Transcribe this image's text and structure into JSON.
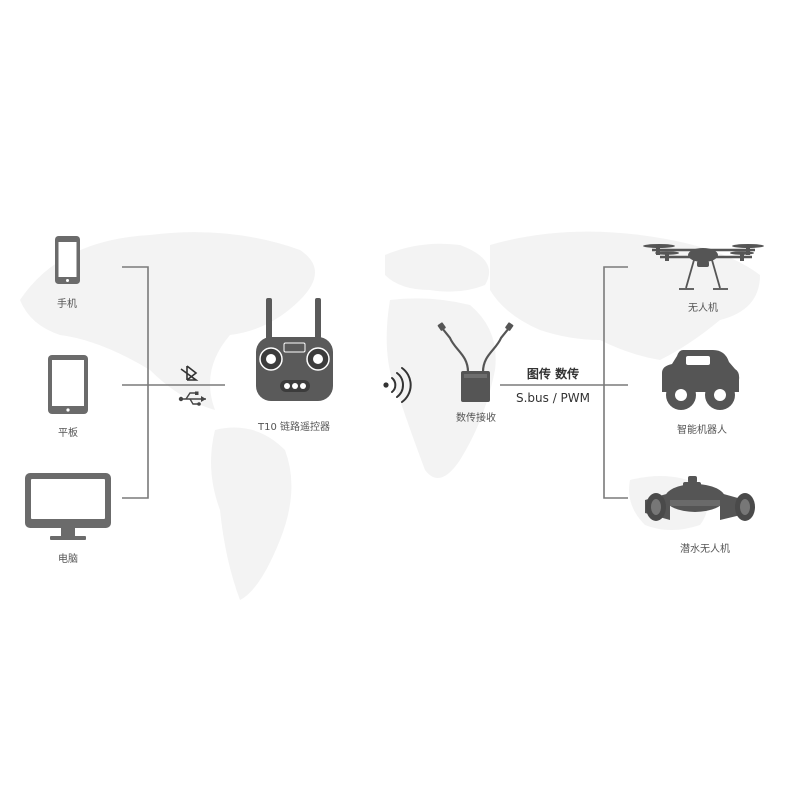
{
  "left_devices": [
    {
      "label": "手机",
      "icon": "smartphone-icon"
    },
    {
      "label": "平板",
      "icon": "tablet-icon"
    },
    {
      "label": "电脑",
      "icon": "monitor-icon"
    }
  ],
  "connection_icons": [
    "bluetooth-icon",
    "usb-icon"
  ],
  "controller": {
    "label": "T10 链路遥控器",
    "icon": "remote-controller-icon"
  },
  "wireless_icon": "wireless-signal-icon",
  "receiver": {
    "label": "数传接收",
    "icon": "receiver-icon"
  },
  "link": {
    "top_label": "图传  数传",
    "bottom_label": "S.bus  / PWM"
  },
  "right_devices": [
    {
      "label": "无人机",
      "icon": "drone-icon"
    },
    {
      "label": "智能机器人",
      "icon": "robot-vehicle-icon"
    },
    {
      "label": "潜水无人机",
      "icon": "underwater-drone-icon"
    }
  ],
  "colors": {
    "line": "#7a7a7a",
    "device": "#6b6b6b",
    "device_dark": "#555555",
    "map": "#f3f3f3"
  }
}
